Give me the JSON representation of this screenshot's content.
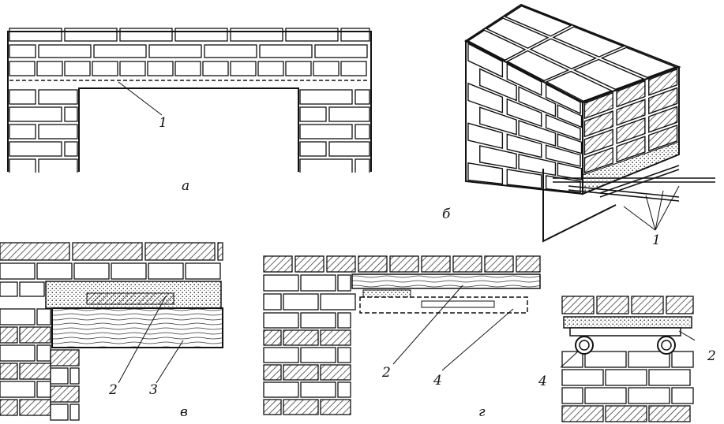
{
  "panels": {
    "a": {
      "label": "а",
      "callouts": [
        "1"
      ]
    },
    "b": {
      "label": "б",
      "callouts": [
        "1"
      ]
    },
    "v": {
      "label": "в",
      "callouts": [
        "2",
        "3"
      ]
    },
    "g": {
      "label": "г",
      "callouts": [
        "2",
        "4"
      ]
    },
    "section": {
      "callouts": [
        "4",
        "2"
      ]
    }
  },
  "colors": {
    "line": "#111111",
    "hatch": "#222222",
    "background": "#ffffff"
  }
}
